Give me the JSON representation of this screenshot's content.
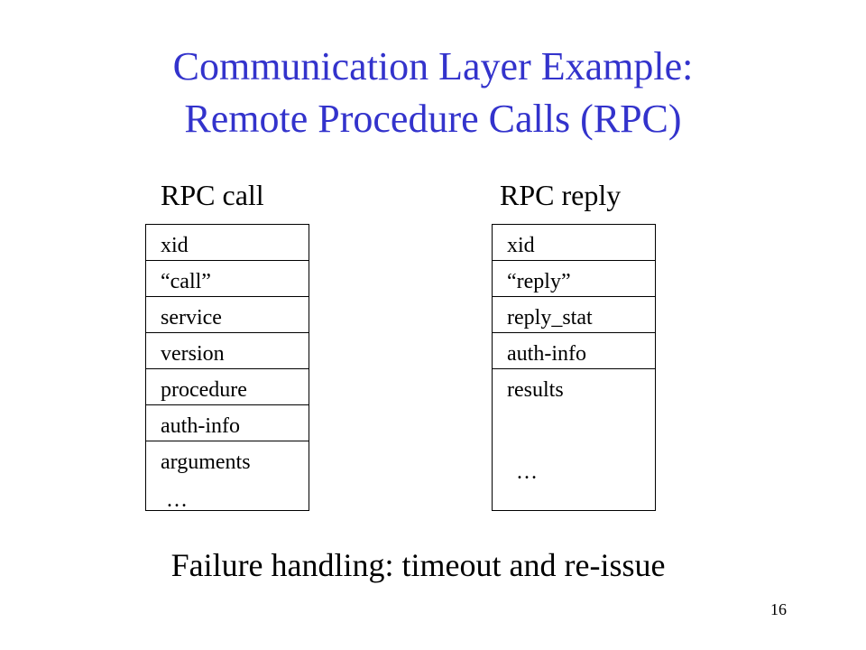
{
  "title": {
    "line1": "Communication Layer Example:",
    "line2": "Remote Procedure Calls (RPC)"
  },
  "call": {
    "label": "RPC call",
    "fields": [
      "xid",
      "“call”",
      "service",
      "version",
      "procedure",
      "auth-info",
      "arguments"
    ],
    "ellipsis": "…"
  },
  "reply": {
    "label": "RPC reply",
    "fields": [
      "xid",
      "“reply”",
      "reply_stat",
      "auth-info",
      "results"
    ],
    "ellipsis": "…"
  },
  "footer": "Failure handling: timeout and re-issue",
  "page_number": "16",
  "colors": {
    "title": "#3333cc",
    "text": "#000000",
    "background": "#ffffff"
  }
}
